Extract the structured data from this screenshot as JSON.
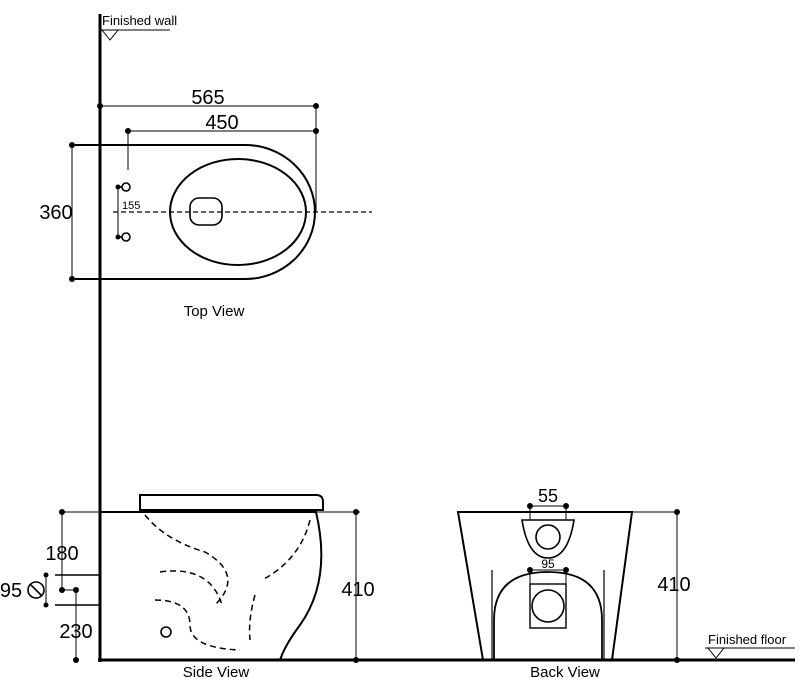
{
  "labels": {
    "finished_wall": "Finished wall",
    "finished_floor": "Finished floor",
    "top_view": "Top View",
    "side_view": "Side View",
    "back_view": "Back View"
  },
  "dimensions": {
    "top_width_overall": "565",
    "top_width_inner": "450",
    "top_depth": "360",
    "top_center_offset": "155",
    "side_height": "410",
    "side_upper_inlet": "180",
    "side_lower_outlet": "230",
    "side_pipe_diameter": "95",
    "back_top_hole": "55",
    "back_outlet": "95",
    "back_height": "410"
  },
  "colors": {
    "line": "#000000",
    "background": "#ffffff"
  }
}
